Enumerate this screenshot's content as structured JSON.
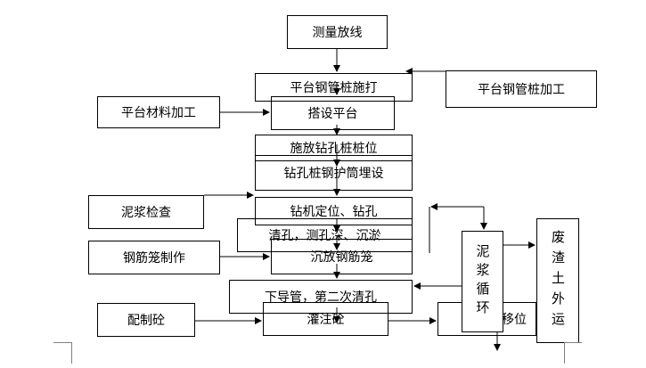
{
  "nodes": {
    "survey": "测量放线",
    "platform_pile_drive": "平台钢管桩施打",
    "platform_pile_process": "平台钢管桩加工",
    "platform_material_process": "平台材料加工",
    "build_platform": "搭设平台",
    "drill_pile_position": "施放钻孔桩桩位",
    "casing_embed": "钻孔桩钢护筒埋设",
    "mud_check": "泥浆检查",
    "rig_position_drill": "钻机定位、钻孔",
    "hole_clean_measure": "清孔，测孔深、沉淤",
    "cage_make": "钢筋笼制作",
    "cage_lower": "沉放钢筋笼",
    "pipe_second_clean": "下导管，第二次清孔",
    "concrete_mix": "配制砼",
    "pour_concrete": "灌注砼",
    "shift": "移位",
    "mud_circulation": "泥浆循环",
    "waste_transport": "废渣土外运"
  }
}
